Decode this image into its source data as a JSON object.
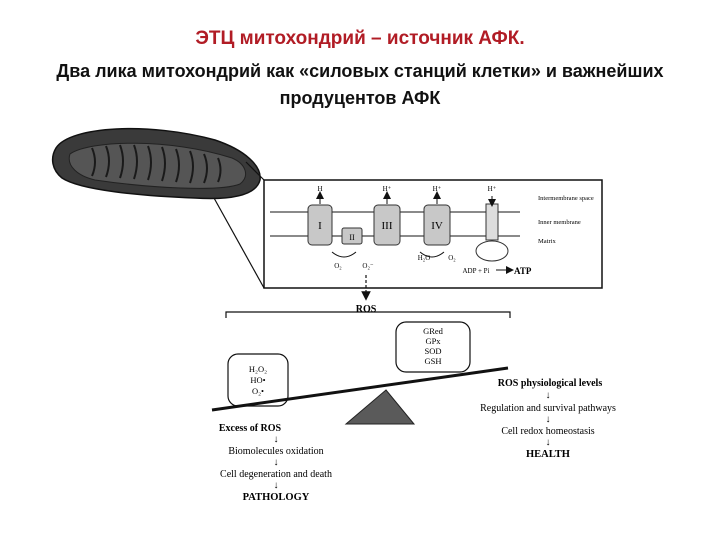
{
  "slide": {
    "title": "ЭТЦ митохондрий – источник АФК.",
    "subtitle": "Два лика митохондрий как «силовых станций клетки» и важнейших продуцентов АФК"
  },
  "etc_panel": {
    "proton_labels": [
      "H",
      "H⁺",
      "H⁺",
      "H⁺"
    ],
    "complexes": [
      "I",
      "II",
      "III",
      "IV"
    ],
    "compartments": {
      "intermembrane": "Intermembrane space",
      "inner_membrane": "Inner membrane",
      "matrix": "Matrix"
    },
    "reactions": {
      "o2_a": "O₂",
      "superoxide": "O₂⁻",
      "water": "H₂O",
      "o2_b": "O₂",
      "adp": "ADP + Pi",
      "atp": "ATP"
    }
  },
  "balance": {
    "ros_label": "ROS",
    "oxidants": [
      "H₂O₂",
      "HO•",
      "O₂•"
    ],
    "antioxidants": [
      "GRed",
      "GPx",
      "SOD",
      "GSH"
    ],
    "left_chain": {
      "header": "Excess of ROS",
      "steps": [
        "Biomolecules oxidation",
        "Cell degeneration and death"
      ],
      "outcome": "PATHOLOGY"
    },
    "right_chain": {
      "header": "ROS physiological levels",
      "steps": [
        "Regulation and survival pathways",
        "Cell redox homeostasis"
      ],
      "outcome": "HEALTH"
    },
    "arrow_glyph": "↓"
  },
  "colors": {
    "title_red": "#b11c25",
    "membrane_gray": "#8a8a8a",
    "complex_fill": "#c8c8c8",
    "triangle_fill": "#5a5a5a"
  }
}
